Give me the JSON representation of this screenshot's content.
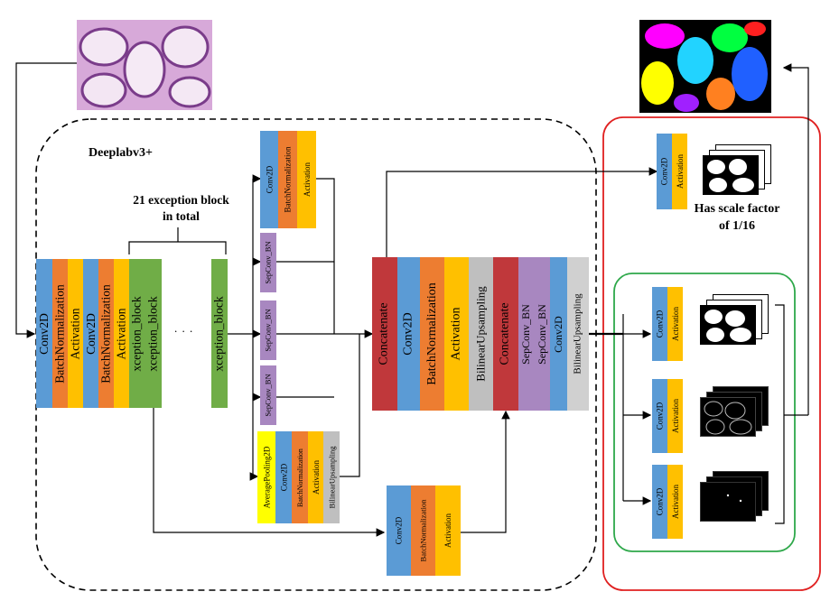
{
  "diagram": {
    "title": "Deeplabv3+",
    "exception_note": "21 exception block in total",
    "dots": ". . .",
    "scale_note": "Has scale factor of  1/16"
  },
  "colors": {
    "conv2d": "#5b9bd5",
    "batchnorm": "#ed7d31",
    "activation": "#ffc000",
    "xception": "#70ad47",
    "sepconv": "#a887c0",
    "upsampling": "#bfbfbf",
    "concatenate": "#c0383b",
    "averagepool": "#ffff00",
    "dashed_border": "#000000",
    "red_frame": "#e02020",
    "green_frame": "#2ea84a"
  },
  "blocks": {
    "conv2d": "Conv2D",
    "batchnorm": "BatchNormalization",
    "activation": "Activation",
    "xception_block": "xception_block",
    "sepconv_bn": "SepConv_BN",
    "bilinear_upsampling": "BilinearUpsampling",
    "concatenate": "Concatenate",
    "average_pooling": "AveragePooling2D"
  },
  "icons": [
    "histology-input-image",
    "segmentation-output-image",
    "binary-mask-stack",
    "contour-mask-stack",
    "dark-mask-stack"
  ]
}
